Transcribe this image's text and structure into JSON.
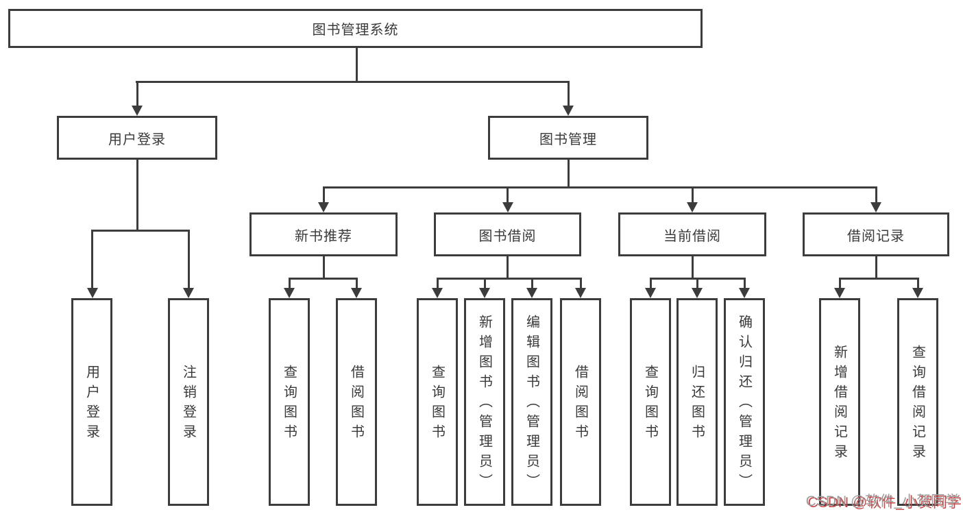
{
  "nodes": {
    "root": "图书管理系统",
    "user_login": "用户登录",
    "book_management": "图书管理",
    "new_book_recommend": "新书推荐",
    "book_borrowing": "图书借阅",
    "current_borrowing": "当前借阅",
    "borrowing_records": "借阅记录"
  },
  "leaves": {
    "user_login": [
      "用户登录",
      "注销登录"
    ],
    "new_book_recommend": [
      "查询图书",
      "借阅图书"
    ],
    "book_borrowing": [
      "查询图书",
      "新增图书（管理员）",
      "编辑图书（管理员）",
      "借阅图书"
    ],
    "current_borrowing": [
      "查询图书",
      "归还图书",
      "确认归还（管理员）"
    ],
    "borrowing_records": [
      "新增借阅记录",
      "查询借阅记录"
    ]
  },
  "watermark": {
    "text": "CSDN @软件_小贺同学",
    "gray_color": "#9d9d9d",
    "red_color": "#cb4446"
  },
  "colors": {
    "line": "#3c3c3c",
    "text": "#3a3a3a",
    "background": "#ffffff",
    "box_fill": "#ffffff"
  }
}
